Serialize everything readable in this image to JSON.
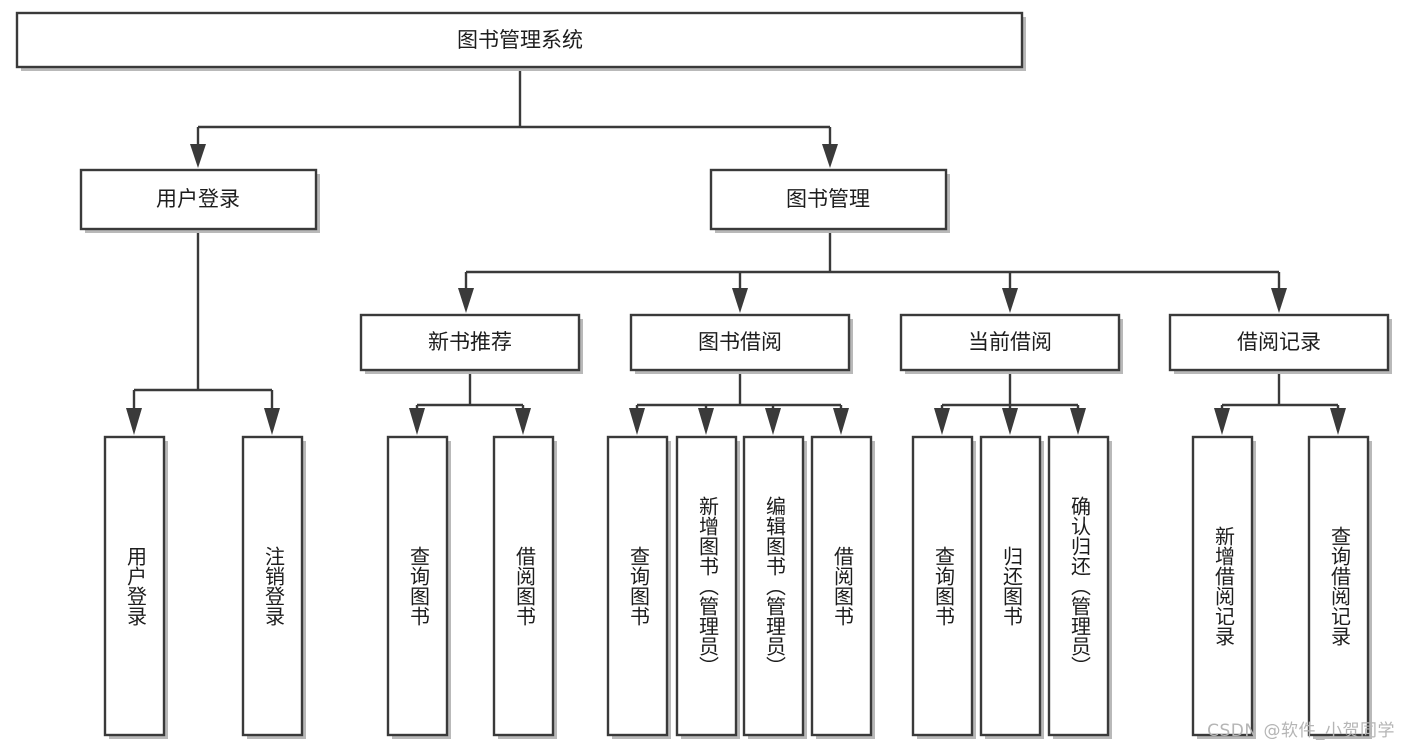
{
  "diagram": {
    "title": "图书管理系统",
    "type": "tree-hierarchy",
    "levels": 4,
    "root": {
      "label": "图书管理系统"
    },
    "level2": [
      {
        "label": "用户登录"
      },
      {
        "label": "图书管理"
      }
    ],
    "level3": [
      {
        "label": "新书推荐"
      },
      {
        "label": "图书借阅"
      },
      {
        "label": "当前借阅"
      },
      {
        "label": "借阅记录"
      }
    ],
    "leaves_user_login": [
      {
        "label": "用户登录"
      },
      {
        "label": "注销登录"
      }
    ],
    "leaves_new_books": [
      {
        "label": "查询图书"
      },
      {
        "label": "借阅图书"
      }
    ],
    "leaves_book_borrow": [
      {
        "label": "查询图书"
      },
      {
        "label": "新增图书（管理员）"
      },
      {
        "label": "编辑图书（管理员）"
      },
      {
        "label": "借阅图书"
      }
    ],
    "leaves_current_borrow": [
      {
        "label": "查询图书"
      },
      {
        "label": "归还图书"
      },
      {
        "label": "确认归还（管理员）"
      }
    ],
    "leaves_borrow_records": [
      {
        "label": "新增借阅记录"
      },
      {
        "label": "查询借阅记录"
      }
    ]
  },
  "watermark": {
    "text": "CSDN @软件_小贺同学"
  },
  "colors": {
    "stroke": "#3a3a3a",
    "fill": "#ffffff",
    "text": "#1d1d1d",
    "watermark": "#b5b5b5"
  }
}
